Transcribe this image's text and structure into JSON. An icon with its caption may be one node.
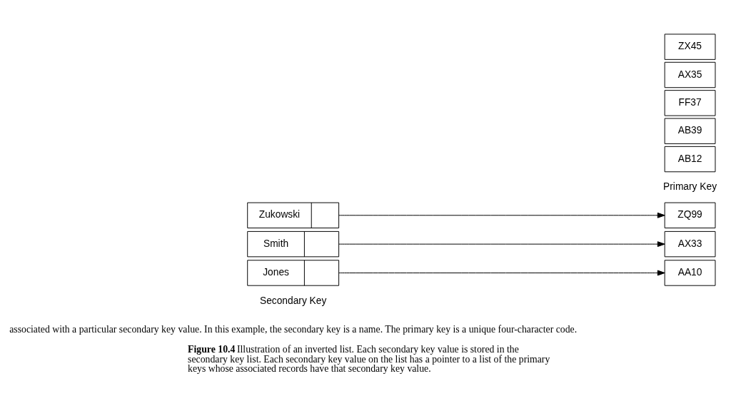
{
  "diagram": {
    "caption": "**Figure 10.4** Illustration of an inverted list. Each secondary key value is stored in the secondary key list. Each secondary key value on the list has a pointer to a list of the primary keys whose associated records have that secondary key value.",
    "nodes": [
      {
        "text": [
          "Jones"
        ]
      },
      {
        "text": [
          "Smith"
        ]
      },
      {
        "text": [
          "Zukowski"
        ]
      },
      {
        "text": [
          "AA10"
        ]
      },
      {
        "text": [
          "AB12"
        ]
      },
      {
        "text": [
          "AB39"
        ]
      },
      {
        "text": [
          "FF37"
        ]
      },
      {
        "text": [
          "AX33"
        ]
      },
      {
        "text": [
          "AX35"
        ]
      },
      {
        "text": [
          "ZX45"
        ]
      },
      {
        "text": [
          "ZQ99"
        ]
      }
    ],
    "edges": [
      {
        "from": 0,
        "to": 3,
        "arrow": "to"
      },
      {
        "from": 1,
        "to": 7,
        "arrow": "to"
      },
      {
        "from": 2,
        "to": 10,
        "arrow": "to"
      }
    ],
    "labels": [
      "associated with a particular secondary key value. In this example, the secondary key is a name. The primary key is a unique four-character code.",
      "Secondary Key",
      "Primary Key"
    ]
  }
}
